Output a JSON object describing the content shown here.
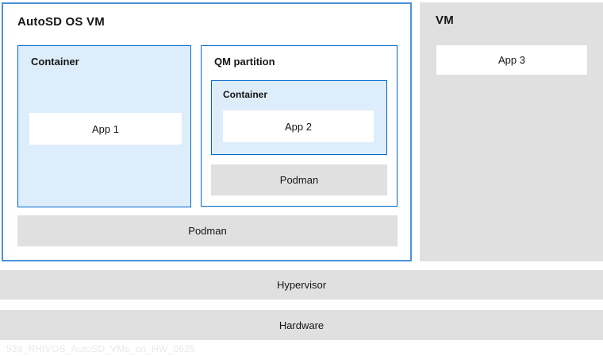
{
  "palette": {
    "outer_border_blue": "#4a90d9",
    "inner_border_blue": "#0066cc",
    "fill_light_blue": "#deedfb",
    "fill_gray": "#e0e0e0",
    "fill_white": "#ffffff",
    "text_dark": "#151515",
    "watermark_gray": "#e9e9e9"
  },
  "diagram": {
    "autosd_vm": {
      "title": "AutoSD OS VM",
      "container1": {
        "title": "Container",
        "app": "App 1"
      },
      "qm_partition": {
        "title": "QM partition",
        "container": {
          "title": "Container",
          "app": "App 2"
        },
        "podman_label": "Podman"
      },
      "podman_label": "Podman"
    },
    "vm": {
      "title": "VM",
      "app": "App 3"
    },
    "hypervisor_label": "Hypervisor",
    "hardware_label": "Hardware",
    "watermark": "539_RHIVOS_AutoSD_VMs_on_HW_0525"
  }
}
